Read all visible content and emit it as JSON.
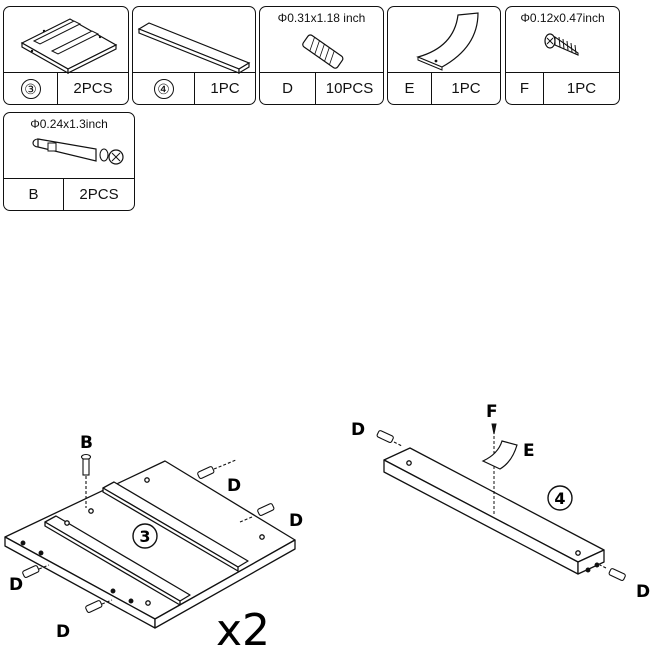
{
  "parts": [
    {
      "id": "③",
      "qty": "2PCS",
      "icon": "panel-icon"
    },
    {
      "id": "④",
      "qty": "1PC",
      "icon": "board-icon"
    },
    {
      "id": "D",
      "qty": "10PCS",
      "dimension": "Φ0.31x1.18 inch",
      "icon": "dowel-icon"
    },
    {
      "id": "E",
      "qty": "1PC",
      "icon": "bracket-icon"
    },
    {
      "id": "F",
      "qty": "1PC",
      "dimension": "Φ0.12x0.47inch",
      "icon": "screw-icon"
    },
    {
      "id": "B",
      "qty": "2PCS",
      "dimension": "Φ0.24x1.3inch",
      "icon": "cam-bolt-icon"
    }
  ],
  "diagram": {
    "panel_label": "3",
    "board_label": "4",
    "callouts": {
      "b": "B",
      "d": "D",
      "e": "E",
      "f": "F"
    },
    "multiplier": "x2"
  }
}
